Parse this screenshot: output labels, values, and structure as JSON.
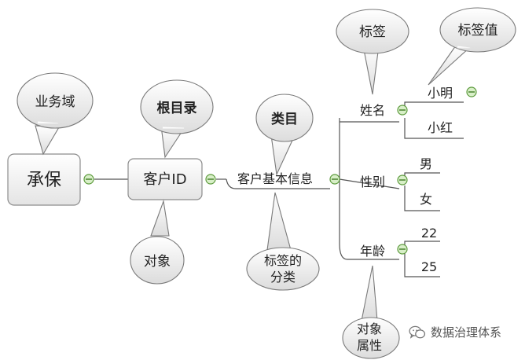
{
  "nodes": {
    "root": "承保",
    "object_node": "客户ID",
    "category_node": "客户基本信息",
    "attributes": [
      "姓名",
      "性别",
      "年龄"
    ],
    "values": {
      "name": [
        "小明",
        "小红"
      ],
      "gender": [
        "男",
        "女"
      ],
      "age": [
        "22",
        "25"
      ]
    }
  },
  "callouts": {
    "business_domain": "业务域",
    "root_directory": "根目录",
    "object": "对象",
    "category": "类目",
    "tag_classification_line1": "标签的",
    "tag_classification_line2": "分类",
    "tag": "标签",
    "tag_value": "标签值",
    "object_attribute_line1": "对象",
    "object_attribute_line2": "属性"
  },
  "footer": {
    "brand": "数据治理体系",
    "icon": "wechat-icon"
  },
  "colors": {
    "line": "#555555",
    "bubble_stroke": "#7a7a7a",
    "collapse_stroke": "#5c9a3c",
    "collapse_fill": "#d8efc8"
  }
}
